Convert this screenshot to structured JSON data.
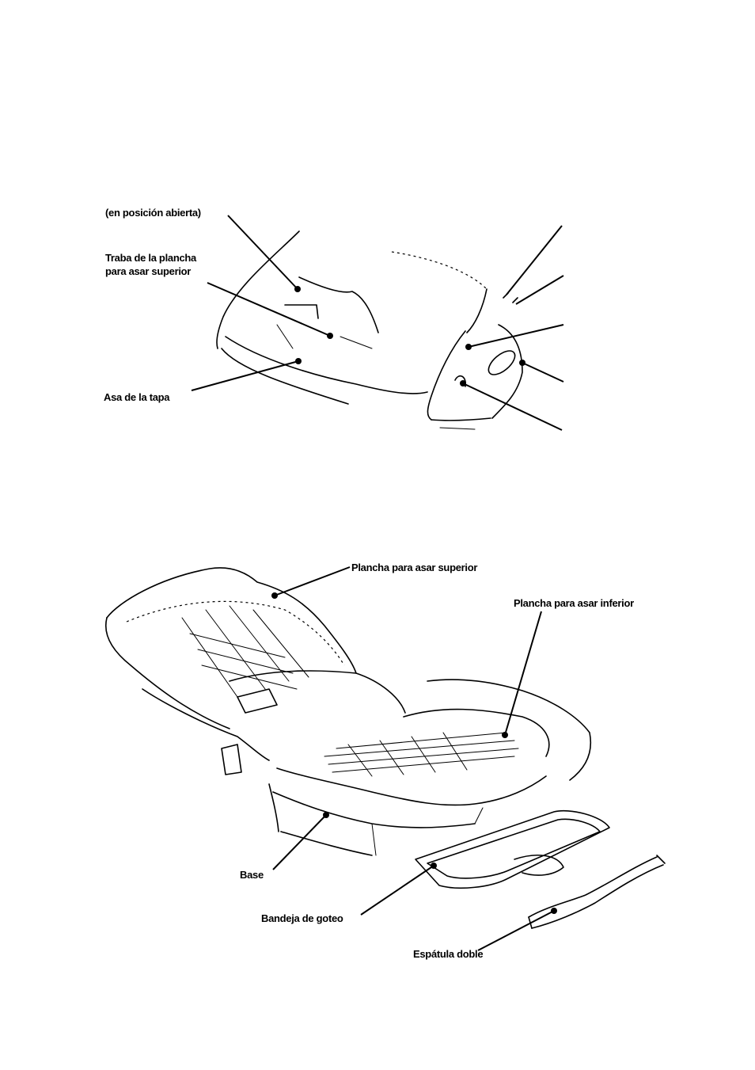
{
  "diagram_top": {
    "labels": {
      "open_position": "(en posición abierta)",
      "latch_line1": "Traba de la plancha",
      "latch_line2": "para asar superior",
      "lid_handle": "Asa de la tapa"
    }
  },
  "diagram_bottom": {
    "labels": {
      "upper_plate": "Plancha para asar superior",
      "lower_plate": "Plancha para asar inferior",
      "base": "Base",
      "drip_tray": "Bandeja de goteo",
      "double_spatula": "Espátula doble"
    }
  }
}
